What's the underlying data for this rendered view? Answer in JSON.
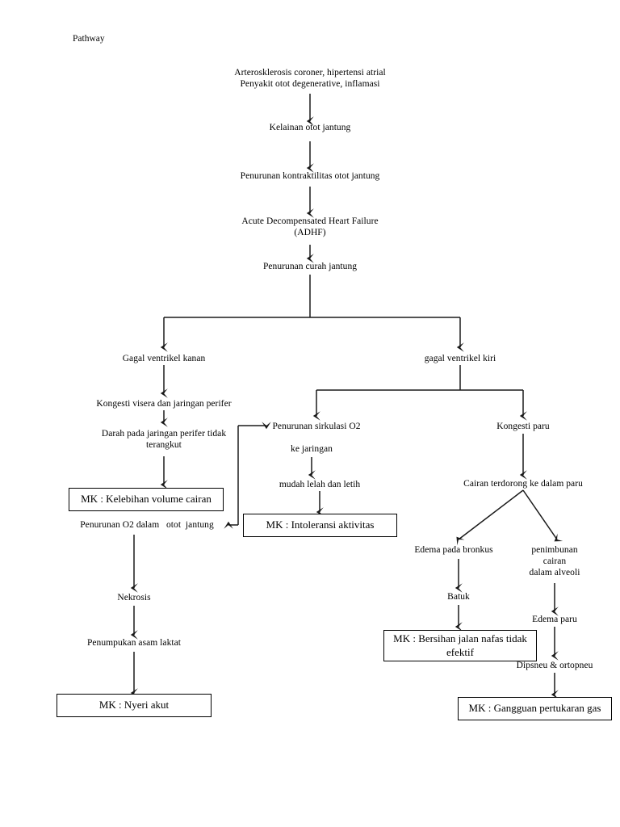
{
  "page": {
    "title": "Pathway"
  },
  "nodes": {
    "etiology": "Arterosklerosis coroner, hipertensi atrial\nPenyakit otot degenerative, inflamasi",
    "kelainan_otot": "Kelainan otot jantung",
    "penurunan_kontraktilitas": "Penurunan kontraktilitas otot jantung",
    "adhf": "Acute Decompensated Heart Failure\n(ADHF)",
    "penurunan_curah": "Penurunan curah jantung",
    "gagal_kanan": "Gagal ventrikel kanan",
    "gagal_kiri": "gagal ventrikel kiri",
    "kongesti_visera": "Kongesti visera dan jaringan perifer",
    "darah_perifer": "Darah pada jaringan perifer tidak\nterangkut",
    "penurunan_o2_otot": "Penurunan O2 dalam   otot  jantung",
    "nekrosis": "Nekrosis",
    "asam_laktat": "Penumpukan asam laktat",
    "penurunan_sirkulasi": "Penurunan sirkulasi O2",
    "ke_jaringan": "ke jaringan",
    "mudah_lelah": "mudah lelah dan letih",
    "kongesti_paru": "Kongesti paru",
    "cairan_terdorong": "Cairan terdorong ke dalam paru",
    "edema_bronkus": "Edema pada bronkus",
    "penimbunan_cairan": "penimbunan\ncairan\ndalam alveoli",
    "batuk": "Batuk",
    "edema_paru": "Edema paru",
    "dipsneu": "Dipsneu & ortopneu"
  },
  "boxes": {
    "kelebihan_volume": "MK : Kelebihan volume cairan",
    "intoleransi": "MK : Intoleransi aktivitas",
    "nyeri_akut": "MK : Nyeri akut",
    "bersihan_jalan_nafas": "MK : Bersihan jalan nafas tidak\nefektif",
    "gangguan_pertukaran": "MK : Gangguan pertukaran gas"
  },
  "style": {
    "line_color": "#1a1a1a",
    "text_color": "#000000",
    "background": "#ffffff"
  }
}
